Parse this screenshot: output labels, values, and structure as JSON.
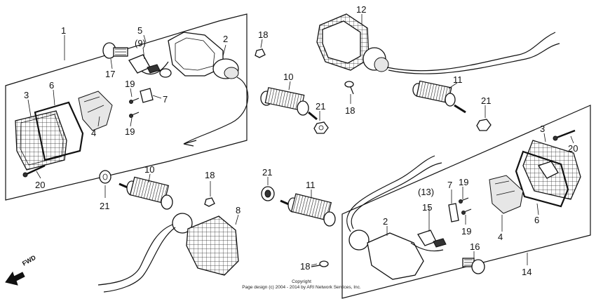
{
  "callouts": {
    "n1": "1",
    "n2a": "2",
    "n2b": "2",
    "n3a": "3",
    "n3b": "3",
    "n4a": "4",
    "n4b": "4",
    "n5": "5",
    "n9": "(9)",
    "n6a": "6",
    "n6b": "6",
    "n7a": "7",
    "n7b": "7",
    "n8": "8",
    "n10a": "10",
    "n10b": "10",
    "n11a": "11",
    "n11b": "11",
    "n12": "12",
    "n13": "(13)",
    "n14": "14",
    "n15": "15",
    "n16": "16",
    "n17": "17",
    "n18a": "18",
    "n18b": "18",
    "n18c": "18",
    "n18d": "18",
    "n19a": "19",
    "n19b": "19",
    "n19c": "19",
    "n19d": "19",
    "n20a": "20",
    "n20b": "20",
    "n21a": "21",
    "n21b": "21",
    "n21c": "21",
    "n21d": "21"
  },
  "direction_label": "FWD",
  "copyright": {
    "line1": "Copyright",
    "line2": "Page design (c) 2004 - 2014 by ARI Network Services, Inc."
  }
}
